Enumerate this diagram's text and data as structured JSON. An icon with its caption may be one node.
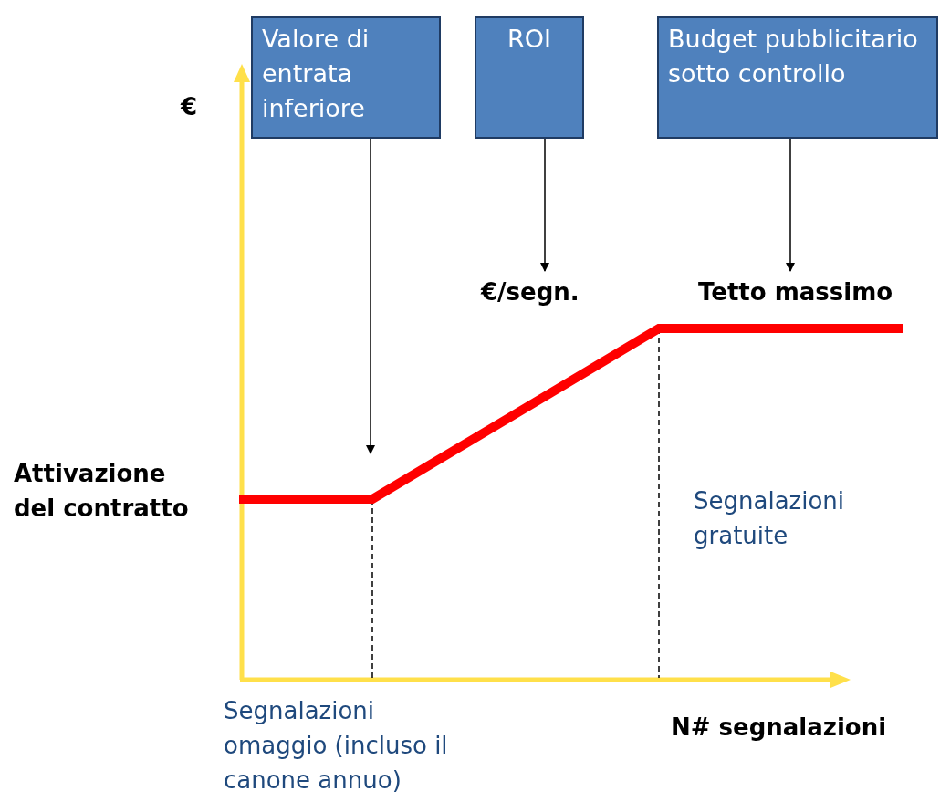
{
  "diagram": {
    "nodes": [
      {
        "text": [
          "Valore di entrata inferiore"
        ]
      },
      {
        "text": [
          "ROI"
        ]
      },
      {
        "text": [
          "Budget pubblicitario sotto controllo"
        ]
      },
      {
        "text": [
          "€/segn."
        ]
      },
      {
        "text": [
          "Tetto massimo"
        ]
      }
    ],
    "edges": [
      {
        "from": 0,
        "to": null,
        "arrow": "to"
      },
      {
        "from": 1,
        "to": 3,
        "arrow": "to"
      },
      {
        "from": 2,
        "to": 4,
        "arrow": "to"
      }
    ],
    "labels": [
      "€",
      "Attivazione del contratto",
      "Segnalazioni gratuite",
      "Segnalazioni omaggio (incluso il canone annuo)",
      "N# segnalazioni"
    ]
  }
}
